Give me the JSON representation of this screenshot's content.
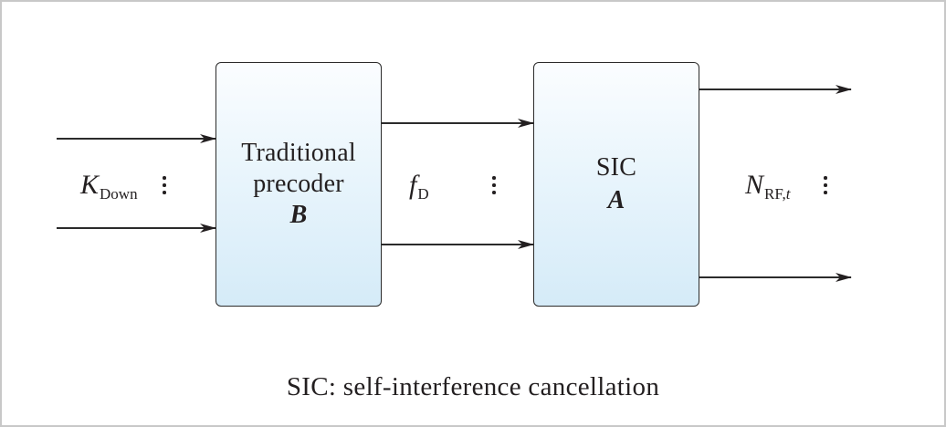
{
  "figure": {
    "frame_color": "#c8c8c8",
    "block_gradient": [
      "#fbfdff",
      "#d5ebf8"
    ],
    "line_color": "#2b2b2b"
  },
  "inputs": {
    "symbol": "K",
    "subscript": "Down",
    "ellipsis": "vertical-ellipsis"
  },
  "precoder_block": {
    "line1": "Traditional",
    "line2": "precoder",
    "matrix": "B"
  },
  "intermediate": {
    "symbol": "f",
    "subscript": "D",
    "ellipsis": "vertical-ellipsis"
  },
  "sic_block": {
    "line1": "SIC",
    "matrix": "A"
  },
  "outputs": {
    "symbol": "N",
    "subscript_upright": "RF,",
    "subscript_italic": "t",
    "ellipsis": "vertical-ellipsis"
  },
  "caption": "SIC: self-interference cancellation"
}
